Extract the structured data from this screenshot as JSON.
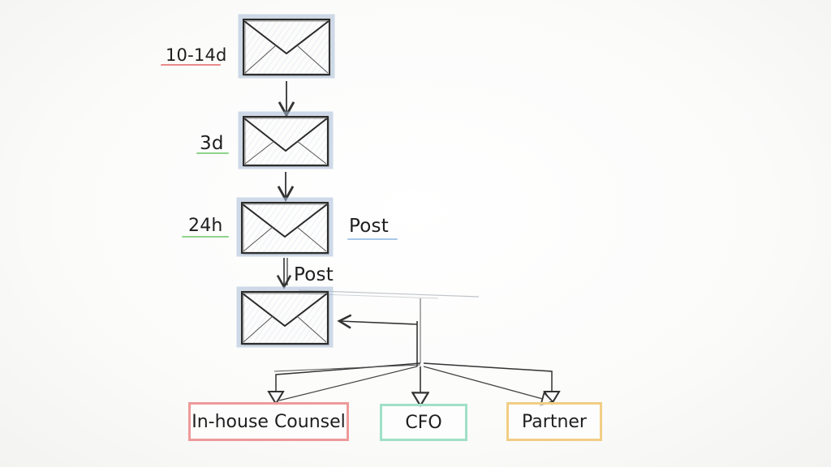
{
  "steps": [
    {
      "delay": "10-14d",
      "delay_color": "#e88a8a"
    },
    {
      "delay": "3d",
      "delay_color": "#8fd48a"
    },
    {
      "delay": "24h",
      "delay_color": "#8fd48a",
      "side_label": "Post"
    },
    {
      "arrow_label": "Post"
    }
  ],
  "recipients": [
    {
      "label": "In-house Counsel",
      "color": "#ee9a9a"
    },
    {
      "label": "CFO",
      "color": "#9fe0c6"
    },
    {
      "label": "Partner",
      "color": "#f2cd85"
    }
  ]
}
